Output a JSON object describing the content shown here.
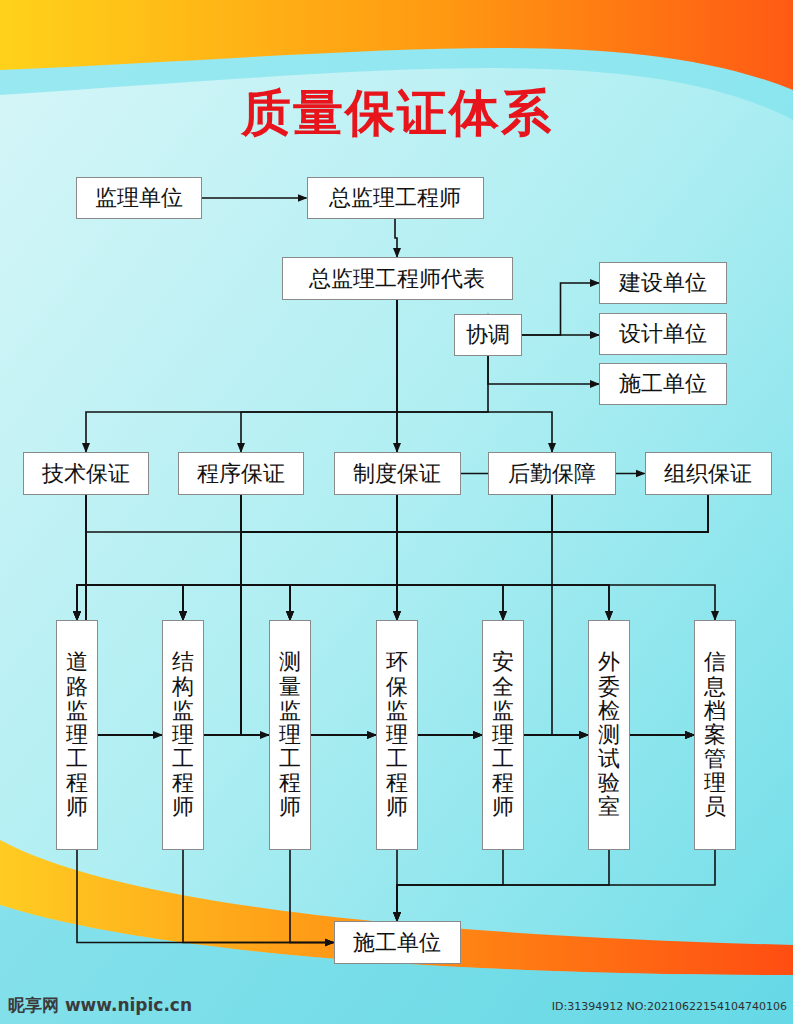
{
  "diagram": {
    "title": "质量保证体系",
    "nodes": [
      {
        "text": [
          "监理单位"
        ]
      },
      {
        "text": [
          "总监理工程师"
        ]
      },
      {
        "text": [
          "总监理工程师代表"
        ]
      },
      {
        "text": [
          "建设单位"
        ]
      },
      {
        "text": [
          "协调"
        ]
      },
      {
        "text": [
          "设计单位"
        ]
      },
      {
        "text": [
          "施工单位"
        ]
      },
      {
        "text": [
          "技术保证"
        ]
      },
      {
        "text": [
          "程序保证"
        ]
      },
      {
        "text": [
          "制度保证"
        ]
      },
      {
        "text": [
          "后勤保障"
        ]
      },
      {
        "text": [
          "组织保证"
        ]
      },
      {
        "text": [
          "道路监理工程师"
        ]
      },
      {
        "text": [
          "结构监理工程师"
        ]
      },
      {
        "text": [
          "测量监理工程师"
        ]
      },
      {
        "text": [
          "环保监理工程师"
        ]
      },
      {
        "text": [
          "安全监理工程师"
        ]
      },
      {
        "text": [
          "外委检测试验室"
        ]
      },
      {
        "text": [
          "信息档案管理员"
        ]
      },
      {
        "text": [
          "施工单位"
        ]
      }
    ],
    "edges": [
      {
        "from": 0,
        "to": 1,
        "arrow": "to"
      },
      {
        "from": 1,
        "to": 2,
        "arrow": "to"
      },
      {
        "from": 2,
        "to": 4,
        "arrow": "to"
      },
      {
        "from": 4,
        "to": 3,
        "arrow": "to"
      },
      {
        "from": 4,
        "to": 5,
        "arrow": "to"
      },
      {
        "from": 4,
        "to": 6,
        "arrow": "to"
      },
      {
        "from": 2,
        "to": 7,
        "arrow": "to"
      },
      {
        "from": 2,
        "to": 8,
        "arrow": "to"
      },
      {
        "from": 2,
        "to": 9,
        "arrow": "to"
      },
      {
        "from": 2,
        "to": 10,
        "arrow": "to"
      },
      {
        "from": 2,
        "to": 11,
        "arrow": "to"
      },
      {
        "from": 7,
        "to": 12,
        "arrow": "to"
      },
      {
        "from": 7,
        "to": 13,
        "arrow": "to"
      },
      {
        "from": 7,
        "to": 14,
        "arrow": "to"
      },
      {
        "from": 7,
        "to": 15,
        "arrow": "to"
      },
      {
        "from": 7,
        "to": 16,
        "arrow": "to"
      },
      {
        "from": 7,
        "to": 17,
        "arrow": "to"
      },
      {
        "from": 7,
        "to": 18,
        "arrow": "to"
      },
      {
        "from": 8,
        "to": 12,
        "arrow": "to"
      },
      {
        "from": 8,
        "to": 13,
        "arrow": "to"
      },
      {
        "from": 8,
        "to": 14,
        "arrow": "to"
      },
      {
        "from": 8,
        "to": 15,
        "arrow": "to"
      },
      {
        "from": 8,
        "to": 16,
        "arrow": "to"
      },
      {
        "from": 8,
        "to": 17,
        "arrow": "to"
      },
      {
        "from": 8,
        "to": 18,
        "arrow": "to"
      },
      {
        "from": 9,
        "to": 12,
        "arrow": "to"
      },
      {
        "from": 9,
        "to": 13,
        "arrow": "to"
      },
      {
        "from": 9,
        "to": 14,
        "arrow": "to"
      },
      {
        "from": 9,
        "to": 15,
        "arrow": "to"
      },
      {
        "from": 9,
        "to": 16,
        "arrow": "to"
      },
      {
        "from": 9,
        "to": 17,
        "arrow": "to"
      },
      {
        "from": 9,
        "to": 18,
        "arrow": "to"
      },
      {
        "from": 10,
        "to": 12,
        "arrow": "to"
      },
      {
        "from": 10,
        "to": 13,
        "arrow": "to"
      },
      {
        "from": 10,
        "to": 14,
        "arrow": "to"
      },
      {
        "from": 10,
        "to": 15,
        "arrow": "to"
      },
      {
        "from": 10,
        "to": 16,
        "arrow": "to"
      },
      {
        "from": 10,
        "to": 17,
        "arrow": "to"
      },
      {
        "from": 10,
        "to": 18,
        "arrow": "to"
      },
      {
        "from": 11,
        "to": 12,
        "arrow": "to"
      },
      {
        "from": 11,
        "to": 13,
        "arrow": "to"
      },
      {
        "from": 11,
        "to": 14,
        "arrow": "to"
      },
      {
        "from": 11,
        "to": 15,
        "arrow": "to"
      },
      {
        "from": 11,
        "to": 16,
        "arrow": "to"
      },
      {
        "from": 11,
        "to": 17,
        "arrow": "to"
      },
      {
        "from": 11,
        "to": 18,
        "arrow": "to"
      },
      {
        "from": 12,
        "to": 19,
        "arrow": "to"
      },
      {
        "from": 13,
        "to": 19,
        "arrow": "to"
      },
      {
        "from": 14,
        "to": 19,
        "arrow": "to"
      },
      {
        "from": 15,
        "to": 19,
        "arrow": "to"
      },
      {
        "from": 16,
        "to": 19,
        "arrow": "to"
      },
      {
        "from": 17,
        "to": 19,
        "arrow": "to"
      },
      {
        "from": 18,
        "to": 19,
        "arrow": "to"
      }
    ],
    "labels": [
      "昵享网 www.nipic.cn",
      "ID:31394912 NO:20210622154104740106"
    ]
  }
}
